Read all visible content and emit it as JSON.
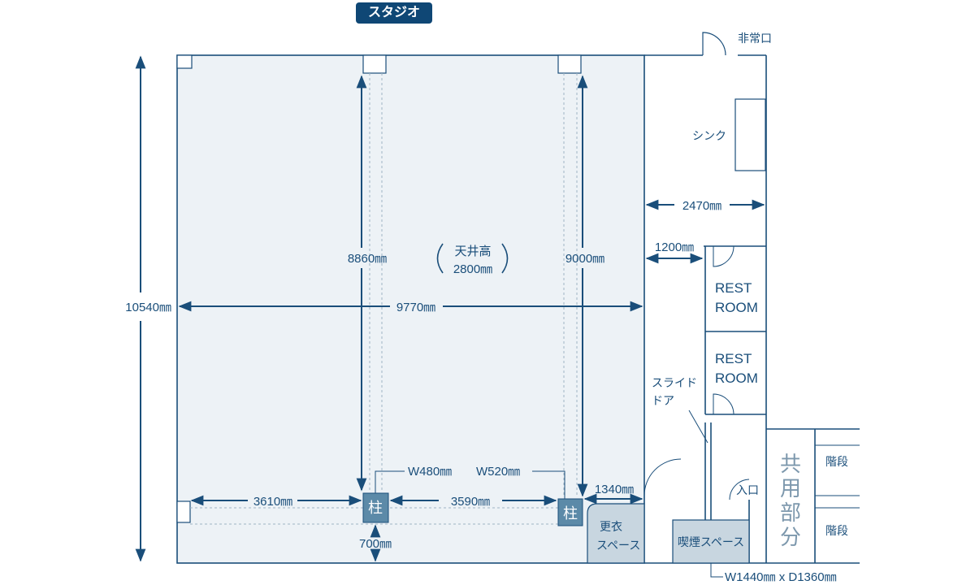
{
  "title": "スタジオ",
  "labels": {
    "emergency_exit": "非常口",
    "sink": "シンク",
    "restroom_1": [
      "REST",
      "ROOM"
    ],
    "restroom_2": [
      "REST",
      "ROOM"
    ],
    "sliding_door": [
      "スライド",
      "ドア"
    ],
    "entrance": "入口",
    "common_area": [
      "共",
      "用",
      "部",
      "分"
    ],
    "stairs_1": "階段",
    "stairs_2": "階段",
    "changing_space": [
      "更衣",
      "スペース"
    ],
    "smoking_space": "喫煙スペース",
    "smoking_size": "W1440㎜ x D1360㎜",
    "pillar_1": "柱",
    "pillar_2": "柱",
    "ceiling": [
      "天井高",
      "2800㎜"
    ]
  },
  "dimensions": {
    "total_height": "10540㎜",
    "width": "9770㎜",
    "left_height": "8860㎜",
    "right_height": "9000㎜",
    "bottom_left": "3610㎜",
    "bottom_mid": "3590㎜",
    "pillar_w1": "W480㎜",
    "pillar_w2": "W520㎜",
    "bottom_gap": "700㎜",
    "corridor_right": "1340㎜",
    "kitchen_width": "2470㎜",
    "corridor_width": "1200㎜"
  },
  "colors": {
    "line": "#1a4e7a",
    "studio_fill": "#edf2f6",
    "pillar_fill": "#5c8aa8",
    "space_fill": "#c8d6e0",
    "badge": "#0f4775"
  }
}
